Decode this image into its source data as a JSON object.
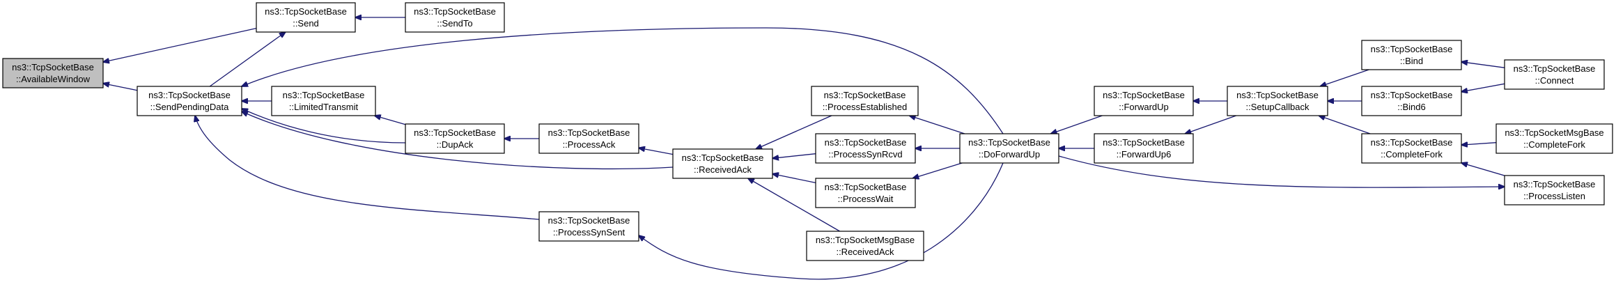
{
  "colors": {
    "edge": "#191970",
    "root_fill": "#bfbfbf",
    "node_fill": "#ffffff",
    "border": "#000000"
  },
  "nodes": [
    {
      "id": "available_window",
      "line1": "ns3::TcpSocketBase",
      "line2": "::AvailableWindow"
    },
    {
      "id": "send",
      "line1": "ns3::TcpSocketBase",
      "line2": "::Send"
    },
    {
      "id": "send_to",
      "line1": "ns3::TcpSocketBase",
      "line2": "::SendTo"
    },
    {
      "id": "send_pending_data",
      "line1": "ns3::TcpSocketBase",
      "line2": "::SendPendingData"
    },
    {
      "id": "limited_transmit",
      "line1": "ns3::TcpSocketBase",
      "line2": "::LimitedTransmit"
    },
    {
      "id": "dup_ack",
      "line1": "ns3::TcpSocketBase",
      "line2": "::DupAck"
    },
    {
      "id": "process_ack",
      "line1": "ns3::TcpSocketBase",
      "line2": "::ProcessAck"
    },
    {
      "id": "received_ack",
      "line1": "ns3::TcpSocketBase",
      "line2": "::ReceivedAck"
    },
    {
      "id": "process_established",
      "line1": "ns3::TcpSocketBase",
      "line2": "::ProcessEstablished"
    },
    {
      "id": "process_syn_rcvd",
      "line1": "ns3::TcpSocketBase",
      "line2": "::ProcessSynRcvd"
    },
    {
      "id": "process_wait",
      "line1": "ns3::TcpSocketBase",
      "line2": "::ProcessWait"
    },
    {
      "id": "msg_received_ack",
      "line1": "ns3::TcpSocketMsgBase",
      "line2": "::ReceivedAck"
    },
    {
      "id": "process_syn_sent",
      "line1": "ns3::TcpSocketBase",
      "line2": "::ProcessSynSent"
    },
    {
      "id": "do_forward_up",
      "line1": "ns3::TcpSocketBase",
      "line2": "::DoForwardUp"
    },
    {
      "id": "forward_up",
      "line1": "ns3::TcpSocketBase",
      "line2": "::ForwardUp"
    },
    {
      "id": "forward_up6",
      "line1": "ns3::TcpSocketBase",
      "line2": "::ForwardUp6"
    },
    {
      "id": "setup_callback",
      "line1": "ns3::TcpSocketBase",
      "line2": "::SetupCallback"
    },
    {
      "id": "bind",
      "line1": "ns3::TcpSocketBase",
      "line2": "::Bind"
    },
    {
      "id": "bind6",
      "line1": "ns3::TcpSocketBase",
      "line2": "::Bind6"
    },
    {
      "id": "complete_fork",
      "line1": "ns3::TcpSocketBase",
      "line2": "::CompleteFork"
    },
    {
      "id": "connect",
      "line1": "ns3::TcpSocketBase",
      "line2": "::Connect"
    },
    {
      "id": "msg_complete_fork",
      "line1": "ns3::TcpSocketMsgBase",
      "line2": "::CompleteFork"
    },
    {
      "id": "process_listen",
      "line1": "ns3::TcpSocketBase",
      "line2": "::ProcessListen"
    }
  ],
  "edges": [
    {
      "from": "send",
      "to": "available_window"
    },
    {
      "from": "send_pending_data",
      "to": "available_window"
    },
    {
      "from": "send_to",
      "to": "send"
    },
    {
      "from": "send_pending_data",
      "to": "send"
    },
    {
      "from": "limited_transmit",
      "to": "send_pending_data"
    },
    {
      "from": "dup_ack",
      "to": "send_pending_data"
    },
    {
      "from": "received_ack",
      "to": "send_pending_data"
    },
    {
      "from": "do_forward_up",
      "to": "send_pending_data"
    },
    {
      "from": "process_syn_sent",
      "to": "send_pending_data"
    },
    {
      "from": "dup_ack",
      "to": "limited_transmit"
    },
    {
      "from": "process_ack",
      "to": "dup_ack"
    },
    {
      "from": "received_ack",
      "to": "process_ack"
    },
    {
      "from": "process_established",
      "to": "received_ack"
    },
    {
      "from": "process_syn_rcvd",
      "to": "received_ack"
    },
    {
      "from": "process_wait",
      "to": "received_ack"
    },
    {
      "from": "msg_received_ack",
      "to": "received_ack"
    },
    {
      "from": "do_forward_up",
      "to": "process_established"
    },
    {
      "from": "do_forward_up",
      "to": "process_syn_rcvd"
    },
    {
      "from": "do_forward_up",
      "to": "process_wait"
    },
    {
      "from": "do_forward_up",
      "to": "process_syn_sent"
    },
    {
      "from": "forward_up",
      "to": "do_forward_up"
    },
    {
      "from": "forward_up6",
      "to": "do_forward_up"
    },
    {
      "from": "setup_callback",
      "to": "forward_up"
    },
    {
      "from": "setup_callback",
      "to": "forward_up6"
    },
    {
      "from": "bind",
      "to": "setup_callback"
    },
    {
      "from": "bind6",
      "to": "setup_callback"
    },
    {
      "from": "complete_fork",
      "to": "setup_callback"
    },
    {
      "from": "connect",
      "to": "bind"
    },
    {
      "from": "connect",
      "to": "bind6"
    },
    {
      "from": "msg_complete_fork",
      "to": "complete_fork"
    },
    {
      "from": "process_listen",
      "to": "complete_fork"
    },
    {
      "from": "do_forward_up",
      "to": "process_listen"
    }
  ]
}
